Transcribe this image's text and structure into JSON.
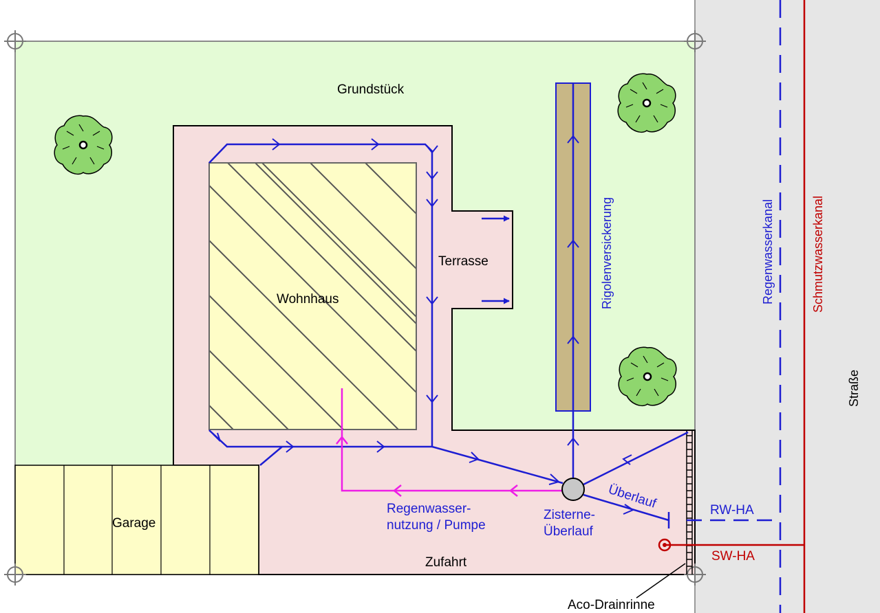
{
  "labels": {
    "grundstueck": "Grundstück",
    "wohnhaus": "Wohnhaus",
    "terrasse": "Terrasse",
    "garage": "Garage",
    "zufahrt": "Zufahrt",
    "rigole": "Rigolenversickerung",
    "regenwasserkanal": "Regenwasserkanal",
    "schmutzwasserkanal": "Schmutzwasserkanal",
    "strasse": "Straße",
    "ueberlauf": "Überlauf",
    "zisterne_line1": "Zisterne-",
    "zisterne_line2": "Überlauf",
    "nutzung_line1": "Regenwasser-",
    "nutzung_line2": "nutzung / Pumpe",
    "rw_ha": "RW-HA",
    "sw_ha": "SW-HA",
    "aco": "Aco-Drainrinne"
  },
  "colors": {
    "lawn": "#e4fbd6",
    "paved": "#f6dede",
    "house": "#fefdc7",
    "rigole_fill": "#c8b786",
    "street": "#e6e6e6",
    "rainwater": "#1d1dd2",
    "wastewater": "#c00000",
    "usage_line": "#ee1ee6",
    "tree": "#8fd66e"
  },
  "icons": {
    "tree": "tree-icon",
    "corner_marker": "boundary-marker-icon",
    "cistern": "cistern-icon",
    "sewer_connection": "wastewater-connection-icon"
  }
}
